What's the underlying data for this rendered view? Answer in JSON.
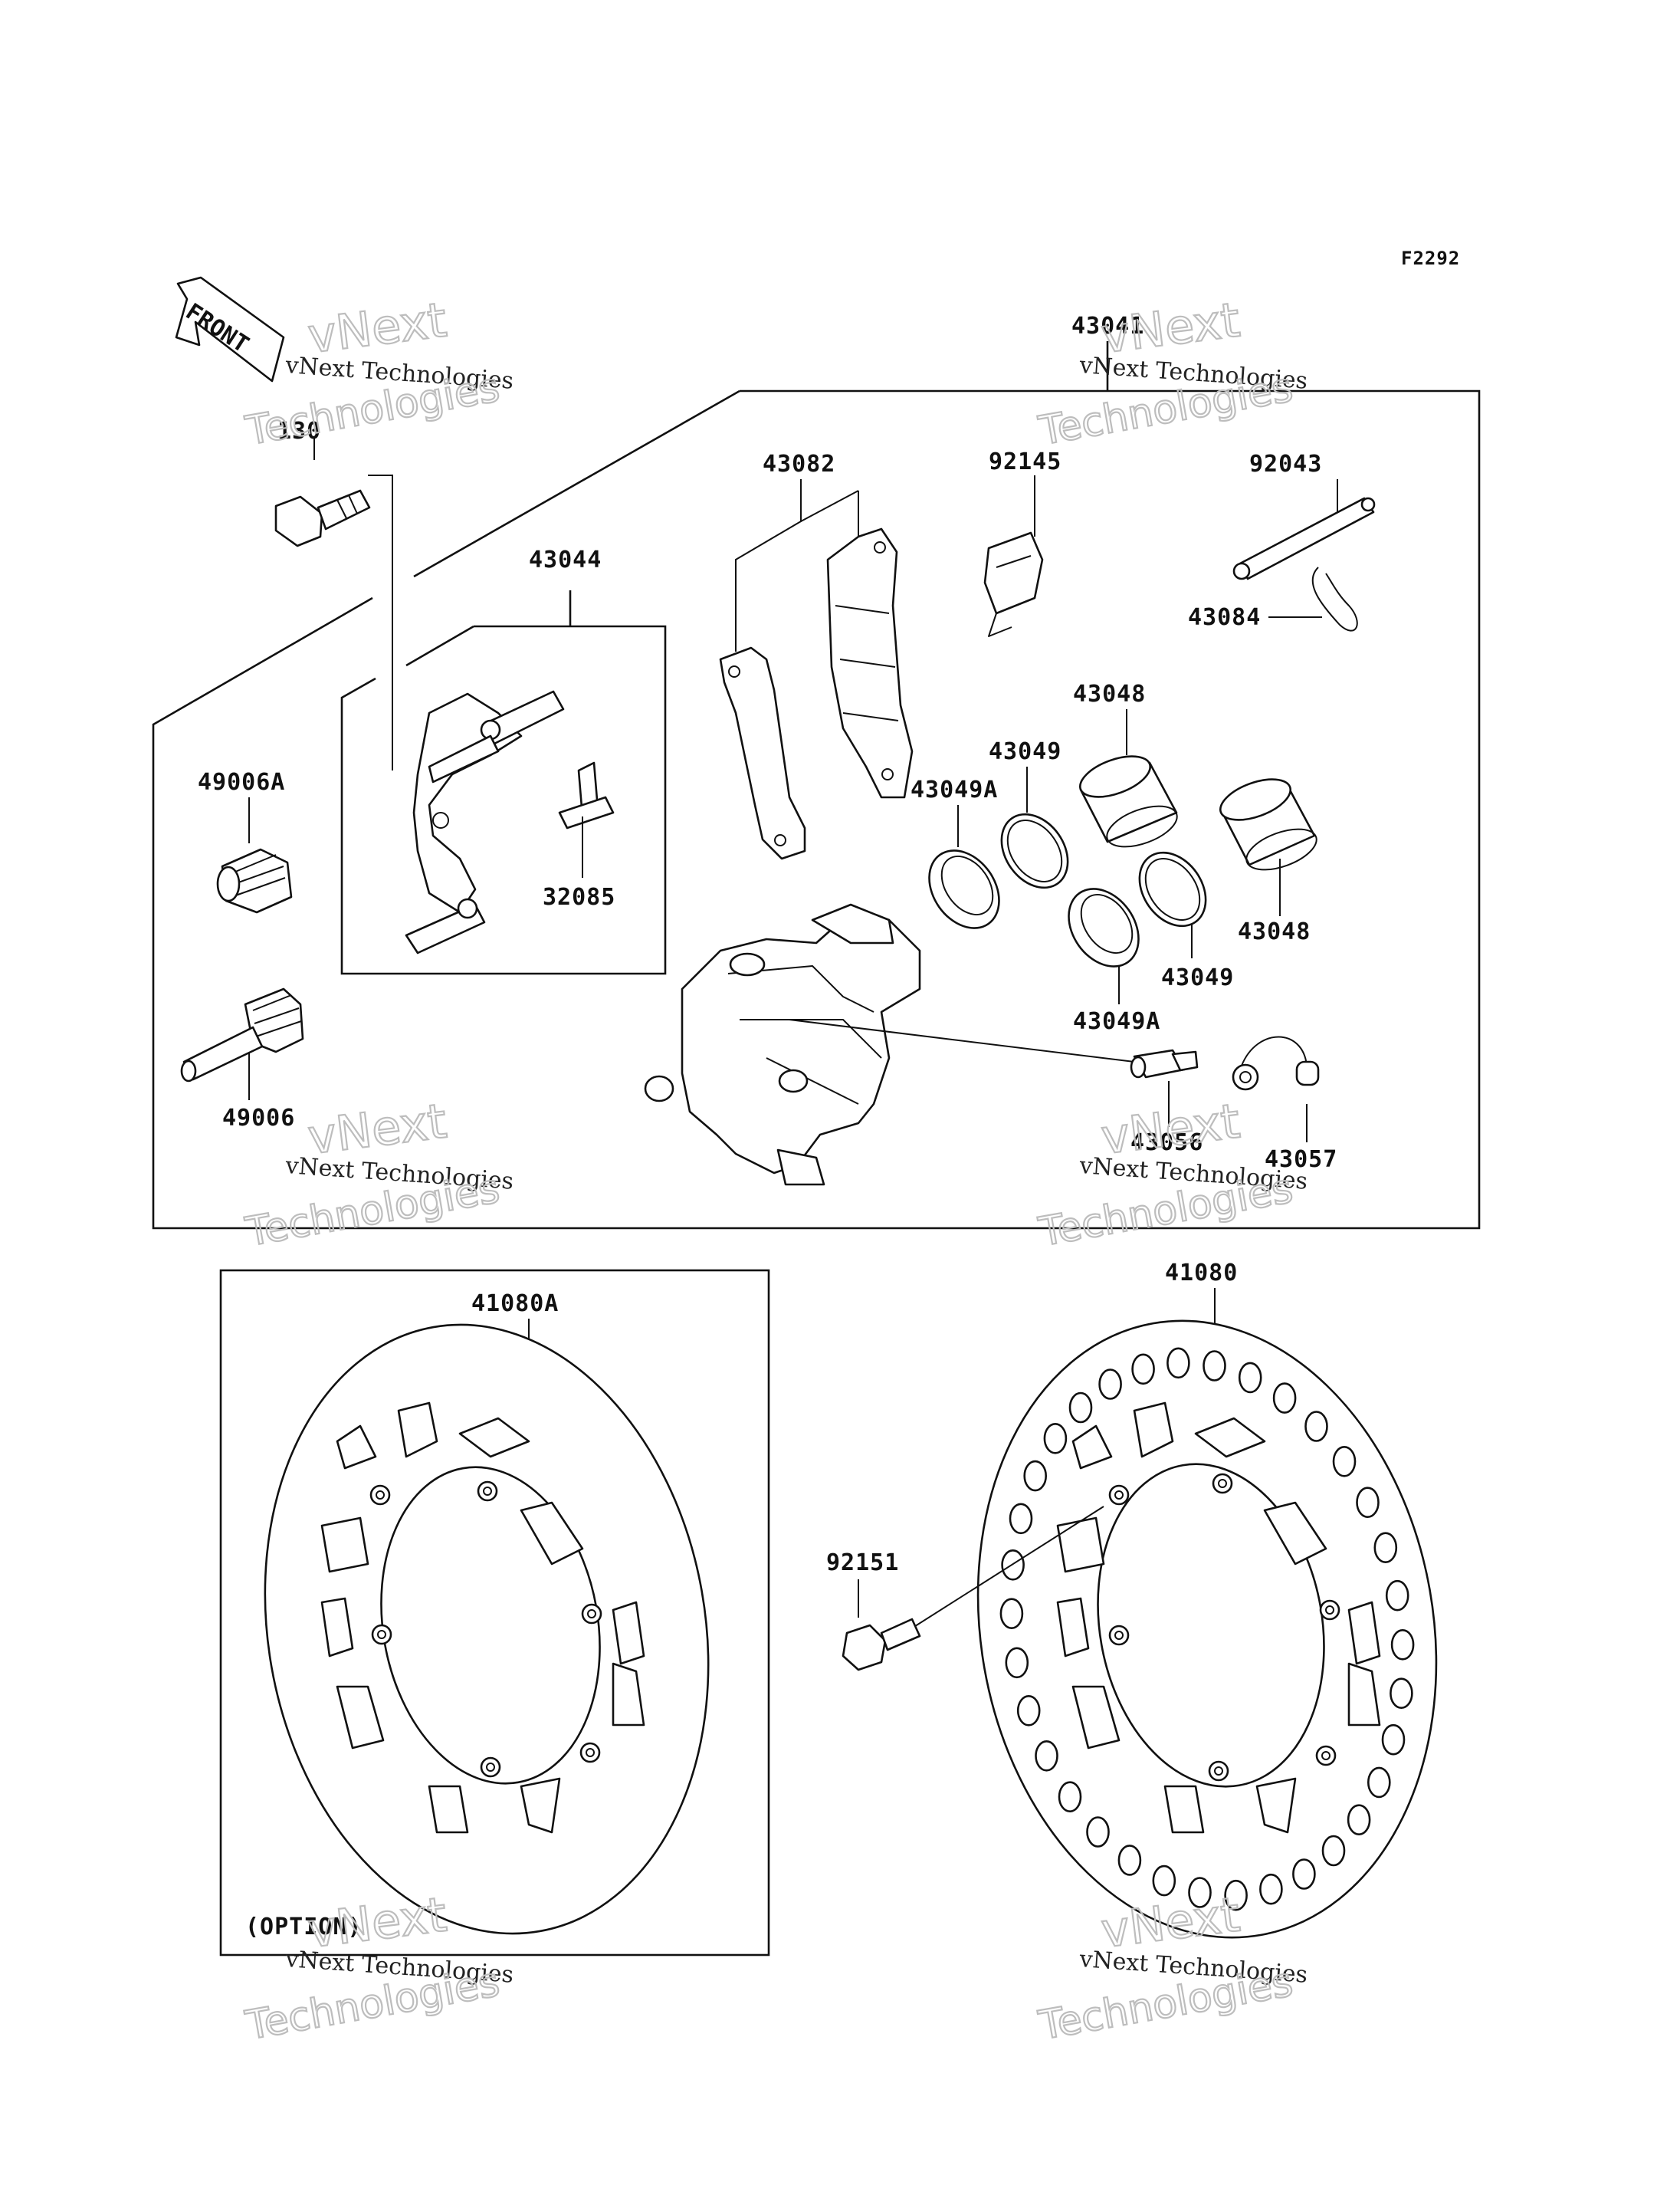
{
  "figure_code": "F2292",
  "front_arrow_label": "FRONT",
  "option_label": "(OPTION)",
  "watermark": {
    "line1": "vNext Technologies",
    "outline_a": "vNext",
    "outline_b": "Technologies"
  },
  "parts": [
    {
      "id": "p130",
      "number": "130"
    },
    {
      "id": "p43041",
      "number": "43041"
    },
    {
      "id": "p43082",
      "number": "43082"
    },
    {
      "id": "p92145",
      "number": "92145"
    },
    {
      "id": "p92043",
      "number": "92043"
    },
    {
      "id": "p43084",
      "number": "43084"
    },
    {
      "id": "p43044",
      "number": "43044"
    },
    {
      "id": "p43048a",
      "number": "43048"
    },
    {
      "id": "p43049a",
      "number": "43049"
    },
    {
      "id": "p43049Aa",
      "number": "43049A"
    },
    {
      "id": "p49006A",
      "number": "49006A"
    },
    {
      "id": "p32085",
      "number": "32085"
    },
    {
      "id": "p43048b",
      "number": "43048"
    },
    {
      "id": "p43049b",
      "number": "43049"
    },
    {
      "id": "p43049Ab",
      "number": "43049A"
    },
    {
      "id": "p49006",
      "number": "49006"
    },
    {
      "id": "p43056",
      "number": "43056"
    },
    {
      "id": "p43057",
      "number": "43057"
    },
    {
      "id": "p41080A",
      "number": "41080A"
    },
    {
      "id": "p41080",
      "number": "41080"
    },
    {
      "id": "p92151",
      "number": "92151"
    }
  ]
}
